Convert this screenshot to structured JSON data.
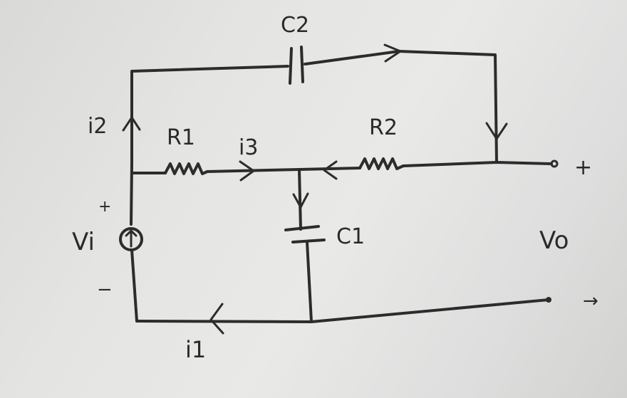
{
  "labels": {
    "c2": "C2",
    "r1": "R1",
    "r2": "R2",
    "c1": "C1",
    "i1": "i1",
    "i2": "i2",
    "i3": "i3",
    "vi": "Vi",
    "vo": "Vo",
    "vi_plus": "+",
    "vi_minus": "−",
    "vo_plus": "+",
    "vo_minus": "→"
  },
  "colors": {
    "ink": "#2c2c2c",
    "paper": "#e4e4e2"
  }
}
